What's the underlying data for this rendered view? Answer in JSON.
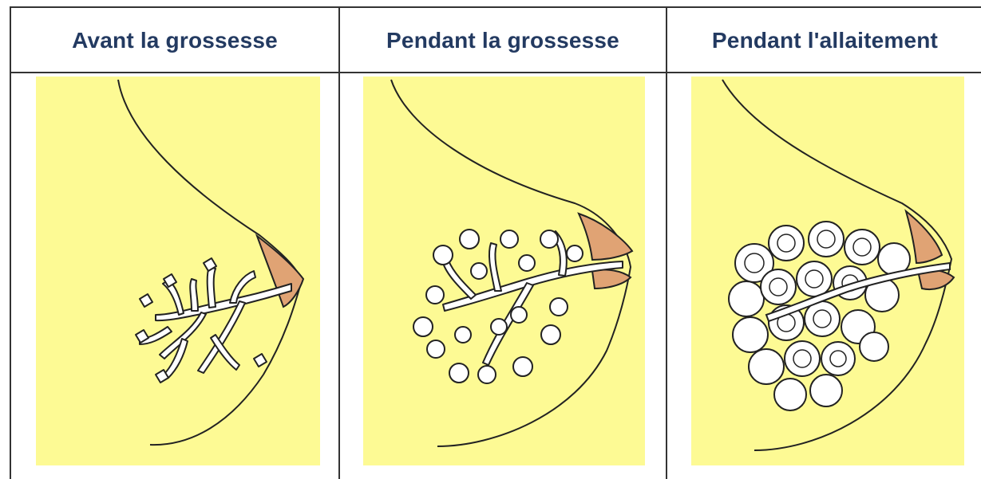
{
  "columns": [
    {
      "title": "Avant la grossesse",
      "stage": "before-pregnancy"
    },
    {
      "title": "Pendant la grossesse",
      "stage": "during-pregnancy"
    },
    {
      "title": "Pendant l'allaitement",
      "stage": "during-breastfeeding"
    }
  ],
  "colors": {
    "panel": "#fdfa94",
    "header_text": "#233a61",
    "nipple": "#e0a374",
    "outline": "#222222",
    "gland": "#ffffff"
  }
}
